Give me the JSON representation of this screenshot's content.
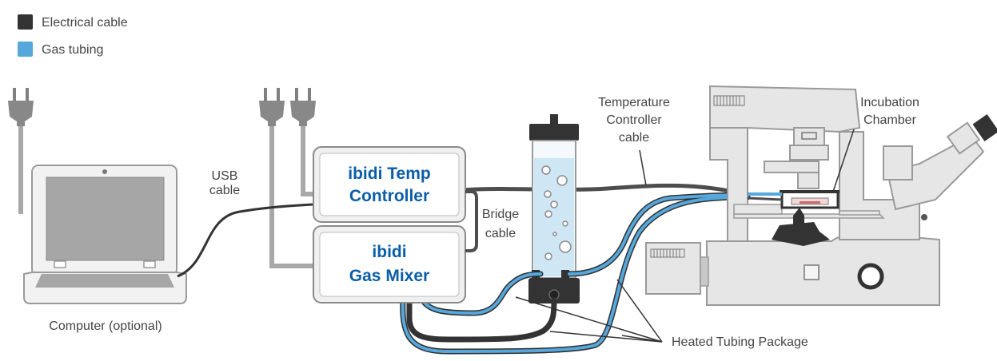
{
  "legend": {
    "electrical_label": "Electrical cable",
    "gas_label": "Gas tubing",
    "electrical_color": "#333333",
    "gas_color": "#56a8dc"
  },
  "colors": {
    "device_text": "#0b5ea8",
    "outline": "#9a9a9a",
    "body_fill": "#e9e9e9",
    "label_text": "#444444"
  },
  "labels": {
    "usb_line1": "USB",
    "usb_line2": "cable",
    "bridge_line1": "Bridge",
    "bridge_line2": "cable",
    "temp_cable_line1": "Temperature",
    "temp_cable_line2": "Controller",
    "temp_cable_line3": "cable",
    "incubation_line1": "Incubation",
    "incubation_line2": "Chamber",
    "computer": "Computer (optional)",
    "heated_tubing": "Heated Tubing Package"
  },
  "devices": {
    "temp_line1": "ibidi Temp",
    "temp_line2": "Controller",
    "gas_line1": "ibidi",
    "gas_line2": "Gas Mixer"
  },
  "icons": [
    "power-plug-icon",
    "laptop-icon",
    "humidifier-bottle-icon",
    "microscope-icon"
  ]
}
